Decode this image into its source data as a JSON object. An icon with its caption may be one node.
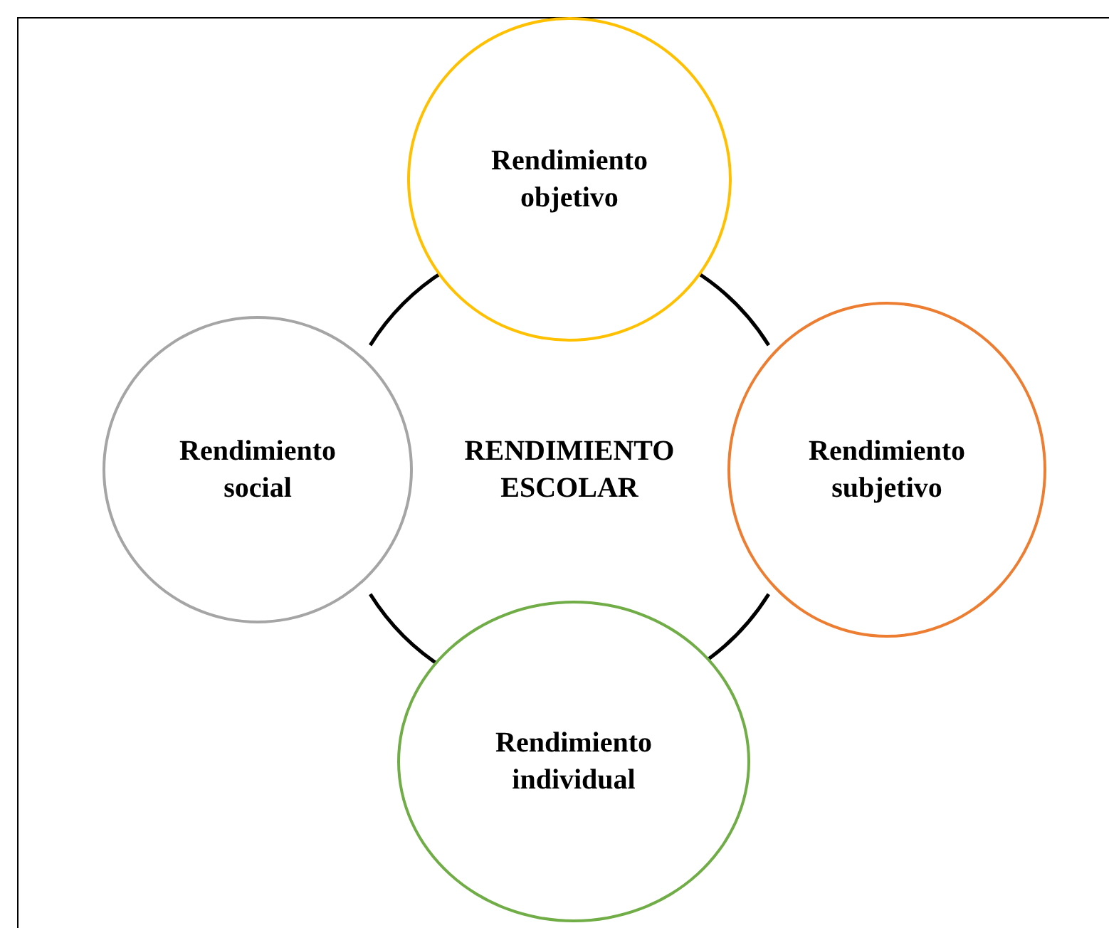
{
  "diagram": {
    "nodes": [
      {
        "text": [
          "Rendimiento objetivo"
        ]
      },
      {
        "text": [
          "Rendimiento social"
        ]
      },
      {
        "text": [
          "RENDIMIENTO ESCOLAR"
        ]
      },
      {
        "text": [
          "Rendimiento subjetivo"
        ]
      },
      {
        "text": [
          "Rendimiento individual"
        ]
      }
    ]
  }
}
